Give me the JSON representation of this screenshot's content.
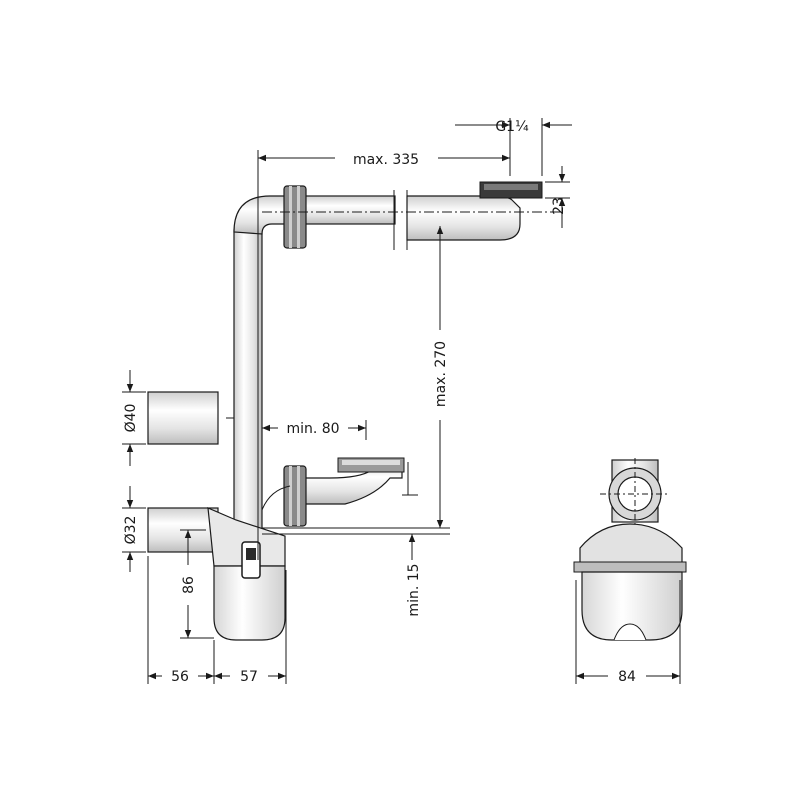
{
  "drawing": {
    "dimensions": {
      "thread": "G1¼",
      "max_length": "max. 335",
      "cap_height": "23",
      "max_height": "max. 270",
      "min_offset": "min. 80",
      "min_clearance": "min. 15",
      "diameter_40": "Ø40",
      "diameter_32": "Ø32",
      "trap_height": "86",
      "width_outlet": "56",
      "width_trap": "57",
      "width_side": "84"
    }
  }
}
